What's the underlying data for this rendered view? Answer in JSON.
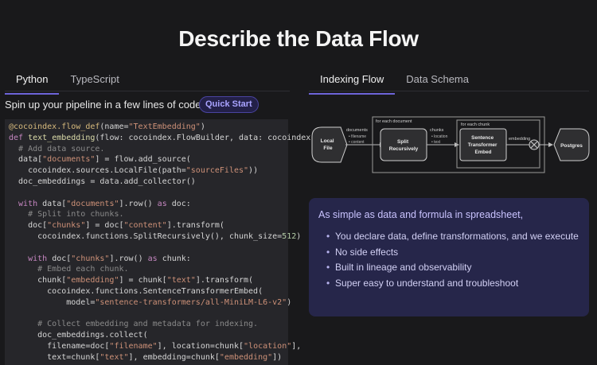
{
  "page": {
    "title": "Describe the Data Flow"
  },
  "left": {
    "tabs": [
      {
        "label": "Python",
        "active": true
      },
      {
        "label": "TypeScript",
        "active": false
      }
    ],
    "intro": "Spin up your pipeline in a few lines of code.",
    "quick_start": "Quick Start"
  },
  "code": [
    [
      [
        "dec",
        "@cocoindex.flow_def"
      ],
      [
        "p",
        "(name="
      ],
      [
        "str",
        "\"TextEmbedding\""
      ],
      [
        "p",
        ")"
      ]
    ],
    [
      [
        "kw",
        "def "
      ],
      [
        "fn",
        "text_embedding"
      ],
      [
        "p",
        "(flow: cocoindex.FlowBuilder, data: cocoindex"
      ]
    ],
    [
      [
        "cm",
        "  # Add data source."
      ]
    ],
    [
      [
        "p",
        "  data["
      ],
      [
        "str",
        "\"documents\""
      ],
      [
        "p",
        "] = flow.add_source("
      ]
    ],
    [
      [
        "p",
        "    cocoindex.sources.LocalFile(path="
      ],
      [
        "str",
        "\"sourceFiles\""
      ],
      [
        "p",
        "))"
      ]
    ],
    [
      [
        "p",
        "  doc_embeddings = data.add_collector()"
      ]
    ],
    [
      [
        "p",
        ""
      ]
    ],
    [
      [
        "kw",
        "  with "
      ],
      [
        "p",
        "data["
      ],
      [
        "str",
        "\"documents\""
      ],
      [
        "p",
        "].row() "
      ],
      [
        "kw",
        "as "
      ],
      [
        "p",
        "doc:"
      ]
    ],
    [
      [
        "cm",
        "    # Split into chunks."
      ]
    ],
    [
      [
        "p",
        "    doc["
      ],
      [
        "str",
        "\"chunks\""
      ],
      [
        "p",
        "] = doc["
      ],
      [
        "str",
        "\"content\""
      ],
      [
        "p",
        "].transform("
      ]
    ],
    [
      [
        "p",
        "      cocoindex.functions.SplitRecursively(), chunk_size="
      ],
      [
        "num",
        "512"
      ],
      [
        "p",
        ")"
      ]
    ],
    [
      [
        "p",
        ""
      ]
    ],
    [
      [
        "kw",
        "    with "
      ],
      [
        "p",
        "doc["
      ],
      [
        "str",
        "\"chunks\""
      ],
      [
        "p",
        "].row() "
      ],
      [
        "kw",
        "as "
      ],
      [
        "p",
        "chunk:"
      ]
    ],
    [
      [
        "cm",
        "      # Embed each chunk."
      ]
    ],
    [
      [
        "p",
        "      chunk["
      ],
      [
        "str",
        "\"embedding\""
      ],
      [
        "p",
        "] = chunk["
      ],
      [
        "str",
        "\"text\""
      ],
      [
        "p",
        "].transform("
      ]
    ],
    [
      [
        "p",
        "        cocoindex.functions.SentenceTransformerEmbed("
      ]
    ],
    [
      [
        "p",
        "            model="
      ],
      [
        "str",
        "\"sentence-transformers/all-MiniLM-L6-v2\""
      ],
      [
        "p",
        ")"
      ]
    ],
    [
      [
        "p",
        ""
      ]
    ],
    [
      [
        "cm",
        "      # Collect embedding and metadata for indexing."
      ]
    ],
    [
      [
        "p",
        "      doc_embeddings.collect("
      ]
    ],
    [
      [
        "p",
        "        filename=doc["
      ],
      [
        "str",
        "\"filename\""
      ],
      [
        "p",
        "], location=chunk["
      ],
      [
        "str",
        "\"location\""
      ],
      [
        "p",
        "],"
      ]
    ],
    [
      [
        "p",
        "        text=chunk["
      ],
      [
        "str",
        "\"text\""
      ],
      [
        "p",
        "], embedding=chunk["
      ],
      [
        "str",
        "\"embedding\""
      ],
      [
        "p",
        "])"
      ]
    ]
  ],
  "right": {
    "tabs": [
      {
        "label": "Indexing Flow",
        "active": true
      },
      {
        "label": "Data Schema",
        "active": false
      }
    ]
  },
  "diagram": {
    "local_file": [
      "Local",
      "File"
    ],
    "documents_label": "documents",
    "documents_fields": [
      "• filename",
      "• content"
    ],
    "for_each_document": "for each document",
    "split": [
      "Split",
      "Recursively"
    ],
    "chunks_label": "chunks",
    "chunks_fields": [
      "• location",
      "• text"
    ],
    "for_each_chunk": "for each chunk",
    "embed": [
      "Sentence",
      "Transformer",
      "Embed"
    ],
    "embedding_label": "embedding",
    "postgres": "Postgres"
  },
  "card": {
    "heading": "As simple as data and formula in spreadsheet,",
    "items": [
      "You declare data, define transformations, and we execute",
      "No side effects",
      "Built in lineage and observability",
      "Super easy to understand and troubleshoot"
    ]
  }
}
